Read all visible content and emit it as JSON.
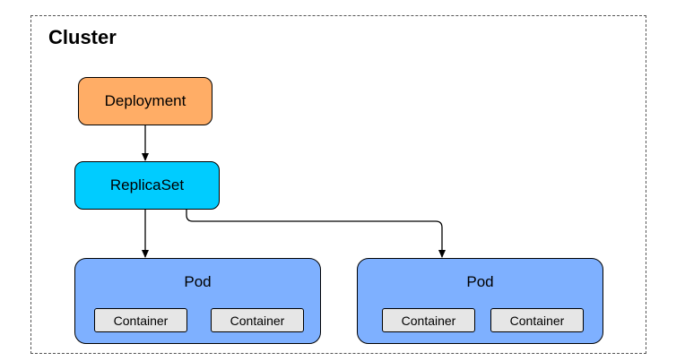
{
  "cluster": {
    "title": "Cluster"
  },
  "deployment": {
    "label": "Deployment",
    "color": "#FFAD66"
  },
  "replicaset": {
    "label": "ReplicaSet",
    "color": "#00CCFF"
  },
  "pods": [
    {
      "label": "Pod",
      "containers": [
        "Container",
        "Container"
      ]
    },
    {
      "label": "Pod",
      "containers": [
        "Container",
        "Container"
      ]
    }
  ],
  "colors": {
    "pod_fill": "#7EB0FF",
    "container_fill": "#E6E6E6",
    "edge": "#000000"
  }
}
